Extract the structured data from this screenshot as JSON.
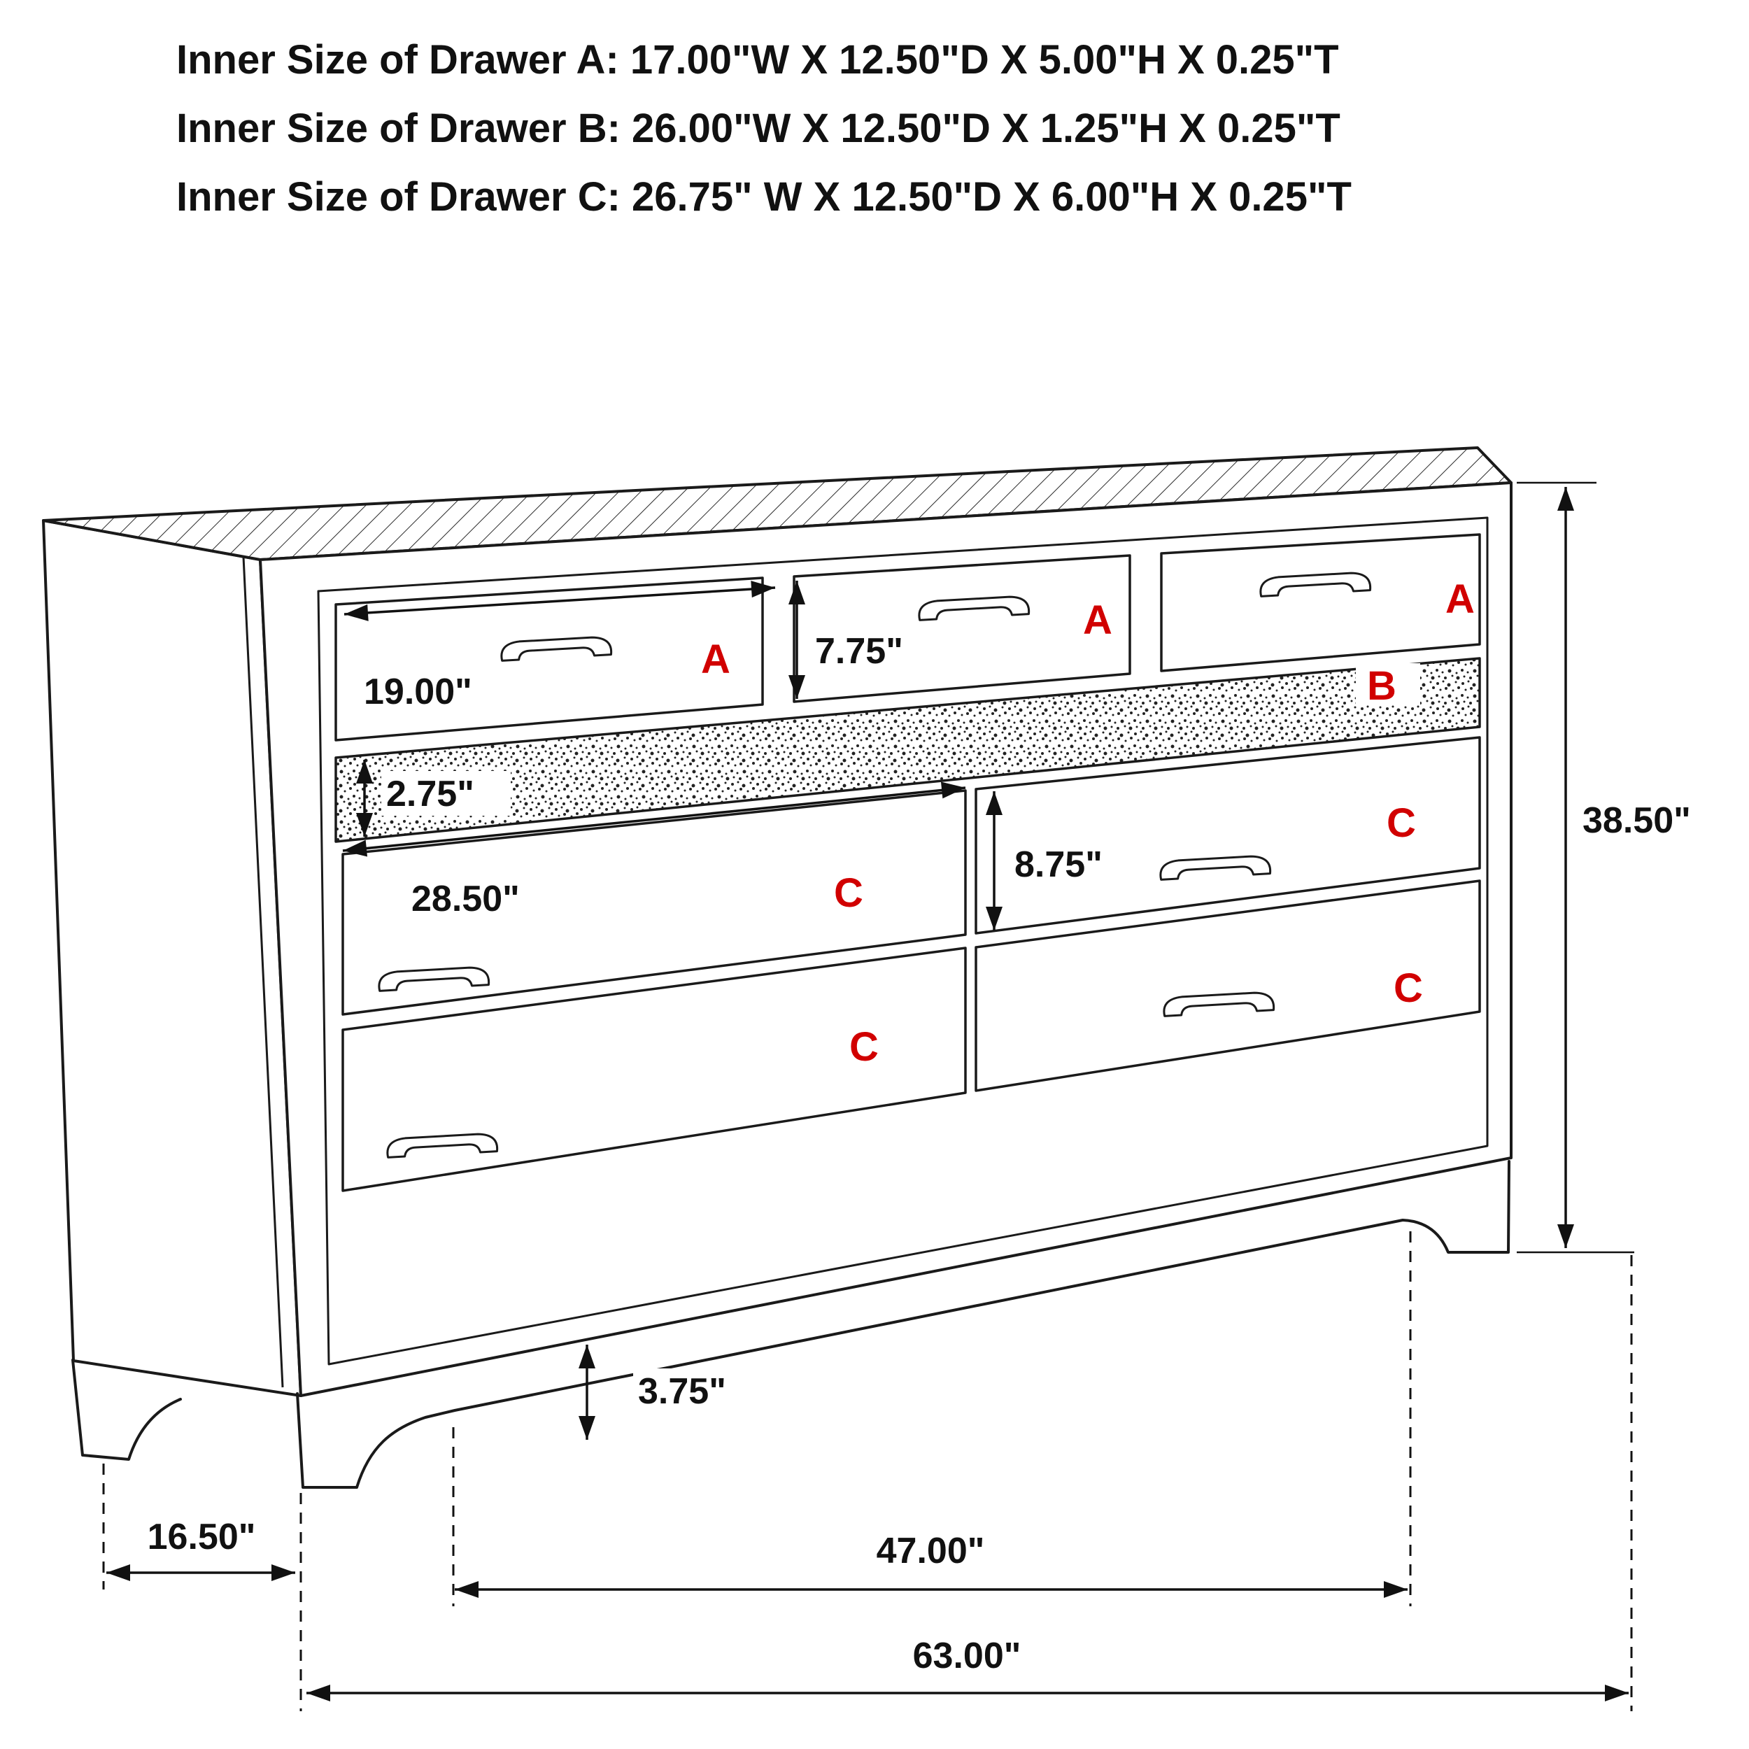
{
  "header": {
    "line1": "Inner Size of Drawer A: 17.00\"W X 12.50\"D X 5.00\"H X 0.25\"T",
    "line2": "Inner Size of Drawer B: 26.00\"W X 12.50\"D X 1.25\"H X 0.25\"T",
    "line3": "Inner Size of Drawer C: 26.75\" W X 12.50\"D X 6.00\"H X 0.25\"T"
  },
  "labels": {
    "drawer_a": "A",
    "drawer_b": "B",
    "drawer_c": "C"
  },
  "dimensions": {
    "drawer_a_width": "19.00\"",
    "drawer_a_front_height": "7.75\"",
    "drawer_b_front_height": "2.75\"",
    "drawer_c_width": "28.50\"",
    "drawer_c_front_height": "8.75\"",
    "overall_height": "38.50\"",
    "foot_height": "3.75\"",
    "overall_depth": "16.50\"",
    "feet_span": "47.00\"",
    "overall_width": "63.00\""
  },
  "colors": {
    "label_red": "#d10000",
    "line_black": "#1a1a1a"
  }
}
